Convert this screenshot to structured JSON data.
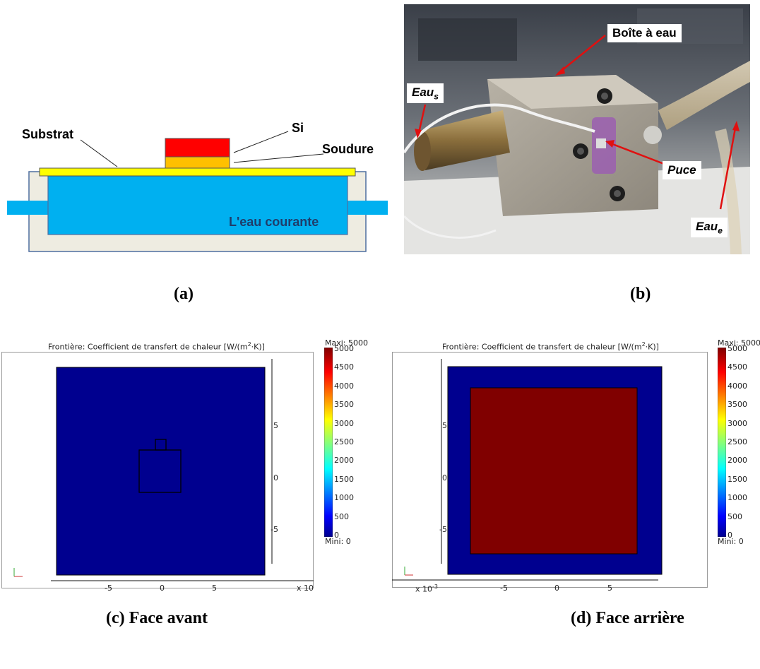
{
  "panels": {
    "a": "(a)",
    "b": "(b)",
    "c": "(c) Face avant",
    "d": "(d) Face arrière"
  },
  "diagram": {
    "substrat": "Substrat",
    "si": "Si",
    "soudure": "Soudure",
    "eau_courante": "L'eau courante",
    "colors": {
      "si": "#ff0000",
      "soudure": "#ffc000",
      "substrat": "#ffff00",
      "water": "#00b0f0",
      "box": "#eeece1"
    }
  },
  "photo": {
    "boite": "Boîte à eau",
    "puce": "Puce",
    "eau_s_main": "Eau",
    "eau_s_sub": "s",
    "eau_e_main": "Eau",
    "eau_e_sub": "e"
  },
  "plot_c": {
    "title_main": "Frontière: Coefficient de transfert de chaleur [W/(m",
    "title_sup": "2",
    "title_end": "·K)]",
    "maxi": "Maxi: 5000",
    "mini": "Mini: 0",
    "y_ticks": [
      "5",
      "0",
      "-5"
    ],
    "x_ticks": [
      "-5",
      "0",
      "5"
    ],
    "exponent": "x 10",
    "cbar_ticks": [
      "5000",
      "4500",
      "4000",
      "3500",
      "3000",
      "2500",
      "2000",
      "1500",
      "1000",
      "500",
      "0"
    ]
  },
  "plot_d": {
    "title_main": "Frontière: Coefficient de transfert de chaleur [W/(m",
    "title_sup": "2",
    "title_end": "·K)]",
    "maxi": "Maxi: 5000",
    "mini": "Mini: 0",
    "y_ticks": [
      "5",
      "0",
      "-5"
    ],
    "x_ticks": [
      "-5",
      "0",
      "5"
    ],
    "exponent": "x 10",
    "exponent_power": "-3",
    "cbar_ticks": [
      "5000",
      "4500",
      "4000",
      "3500",
      "3000",
      "2500",
      "2000",
      "1500",
      "1000",
      "500",
      "0"
    ]
  },
  "colormap": {
    "low": "#00008f",
    "high": "#800000"
  }
}
